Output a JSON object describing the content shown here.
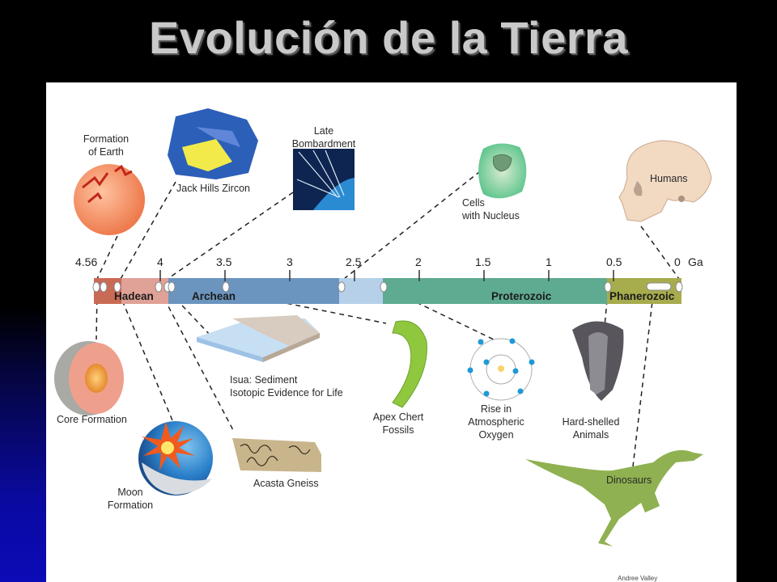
{
  "slide": {
    "title": "Evolución de la Tierra",
    "credit": "Andree Valley"
  },
  "timeline": {
    "unit": "Ga",
    "ticks": [
      "4.56",
      "4",
      "3.5",
      "3",
      "2.5",
      "2",
      "1.5",
      "1",
      "0.5",
      "0"
    ],
    "eras": [
      {
        "name": "Hadean",
        "start": 4.56,
        "end": 4.0,
        "color": "#e0a196",
        "dark_color": "#c96a55"
      },
      {
        "name": "Archean",
        "start": 4.0,
        "end": 2.5,
        "color": "#6b95bf"
      },
      {
        "name": "",
        "start": 2.5,
        "end": 2.0,
        "color": "#b6d0ea"
      },
      {
        "name": "Proterozoic",
        "start": 2.0,
        "end": 0.54,
        "color": "#5fab92"
      },
      {
        "name": "Phanerozoic",
        "start": 0.54,
        "end": 0,
        "color": "#a7ac4d"
      }
    ]
  },
  "events": {
    "formation_of_earth": "Formation\nof Earth",
    "jack_hills_zircon": "Jack Hills Zircon",
    "late_bombardment": "Late\nBombardment",
    "cells_with_nucleus": "Cells\nwith Nucleus",
    "humans": "Humans",
    "core_formation": "Core Formation",
    "moon_formation": "Moon\nFormation",
    "isua_sediment": "Isua: Sediment\nIsotopic Evidence for Life",
    "acasta_gneiss": "Acasta Gneiss",
    "apex_chert_fossils": "Apex Chert\nFossils",
    "rise_in_oxygen": "Rise in\nAtmospheric\nOxygen",
    "hard_shelled_animals": "Hard-shelled\nAnimals",
    "dinosaurs": "Dinosaurs"
  }
}
